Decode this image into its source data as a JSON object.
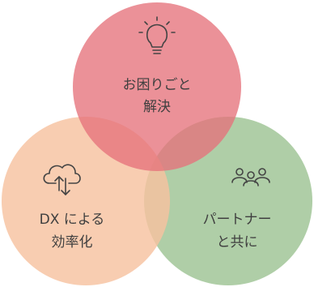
{
  "circles": [
    {
      "id": "top",
      "lines": [
        "お困りごと",
        "解決"
      ],
      "icon": "lightbulb-icon",
      "color": "#E5727B"
    },
    {
      "id": "left",
      "lines": [
        "DX による",
        "効率化"
      ],
      "icon": "cloud-arrows-icon",
      "color": "#F6C2A0"
    },
    {
      "id": "right",
      "lines": [
        "パートナー",
        "と共に"
      ],
      "icon": "people-icon",
      "color": "#9DC394"
    }
  ]
}
